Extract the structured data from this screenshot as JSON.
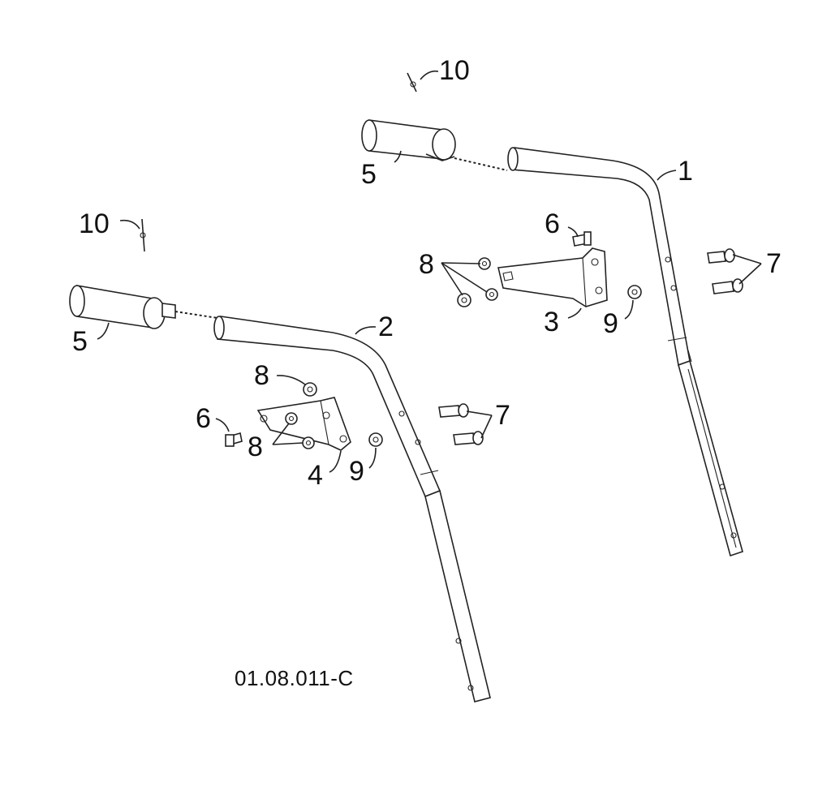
{
  "callouts": {
    "c1": "1",
    "c2": "2",
    "c3": "3",
    "c4": "4",
    "c5a": "5",
    "c5b": "5",
    "c6a": "6",
    "c6b": "6",
    "c7a": "7",
    "c7b": "7",
    "c8a": "8",
    "c8b": "8",
    "c8c": "8",
    "c9a": "9",
    "c9b": "9",
    "c10a": "10",
    "c10b": "10"
  },
  "drawing_code": "01.08.011-C"
}
